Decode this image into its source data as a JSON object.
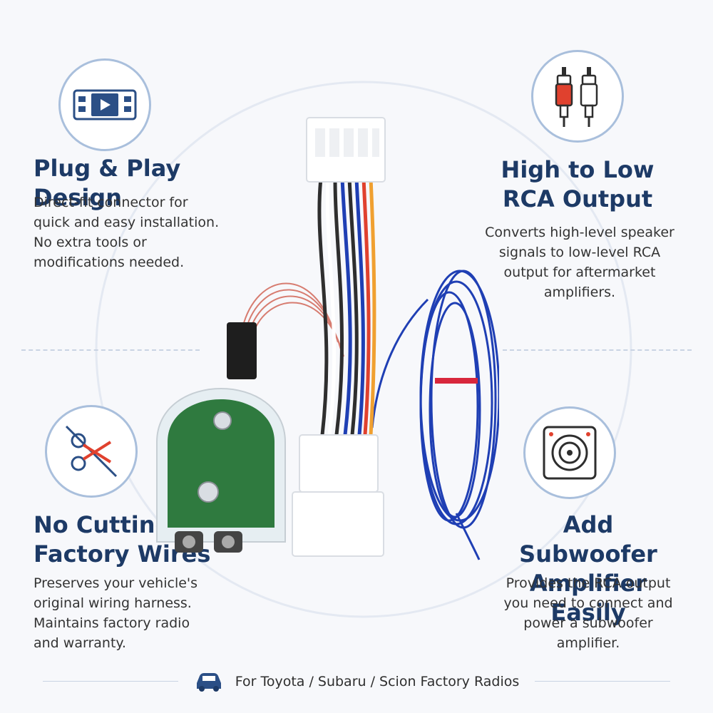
{
  "features": {
    "plug_play": {
      "title": "Plug & Play Design",
      "description": "Direct-fit connector for\nquick and easy installation.\nNo extra tools or\nmodifications needed.",
      "icon": "plug-and-play-icon"
    },
    "high_low": {
      "title": "High to Low\nRCA Output",
      "description": "Converts high-level speaker\nsignals to low-level RCA\noutput for aftermarket\namplifiers.",
      "icon": "rca-plugs-icon"
    },
    "no_cutting": {
      "title": "No Cutting\nFactory Wires",
      "description": "Preserves your vehicle's\noriginal wiring harness.\nMaintains factory radio\nand warranty.",
      "icon": "no-scissors-icon"
    },
    "subwoofer": {
      "title": "Add Subwoofer\nAmplifier Easily",
      "description": "Provides the RCA output\nyou need to connect and\npower a subwoofer\namplifier.",
      "icon": "subwoofer-icon"
    }
  },
  "footer": {
    "text": "For Toyota / Subaru / Scion Factory Radios",
    "icon": "car-icon"
  },
  "colors": {
    "title": "#1d3a66",
    "accent_blue": "#2b4f86",
    "red": "#e0412e",
    "wire_blue": "#1f3fb4"
  }
}
